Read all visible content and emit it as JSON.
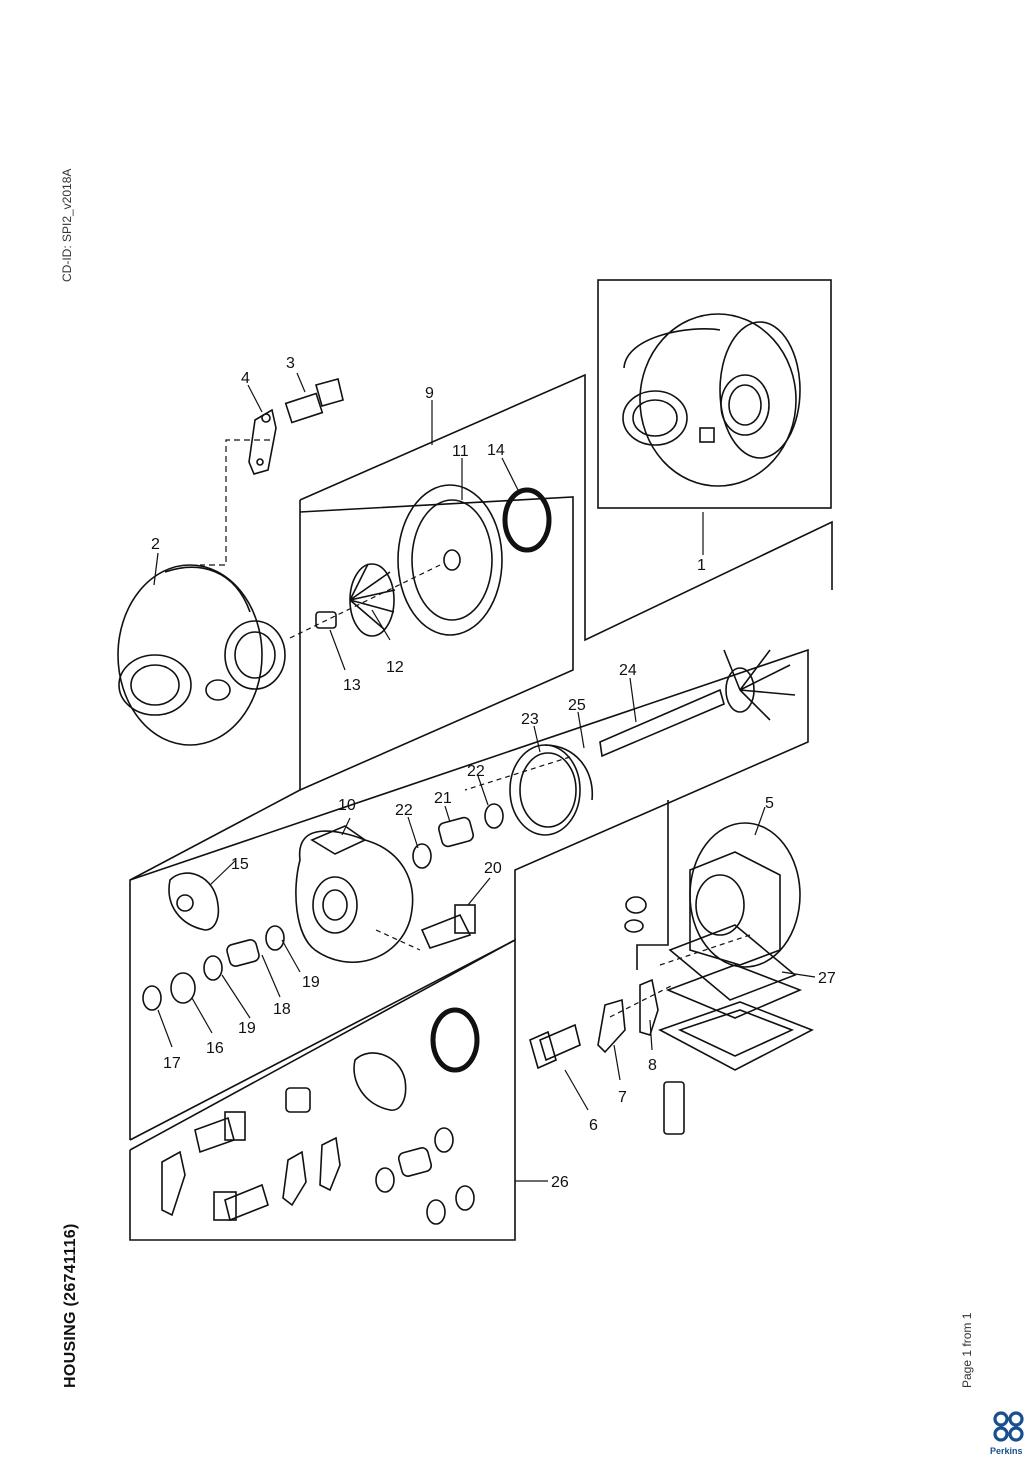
{
  "document_id": "CD-ID: SPI2_v2018A",
  "title": "HOUSING (26741116)",
  "page_count": "Page 1 from 1",
  "brand": "Perkins",
  "callouts": [
    "1",
    "2",
    "3",
    "4",
    "5",
    "6",
    "7",
    "8",
    "9",
    "10",
    "11",
    "12",
    "13",
    "14",
    "15",
    "16",
    "17",
    "18",
    "19",
    "19",
    "20",
    "21",
    "22",
    "22",
    "23",
    "24",
    "25",
    "26",
    "27"
  ]
}
